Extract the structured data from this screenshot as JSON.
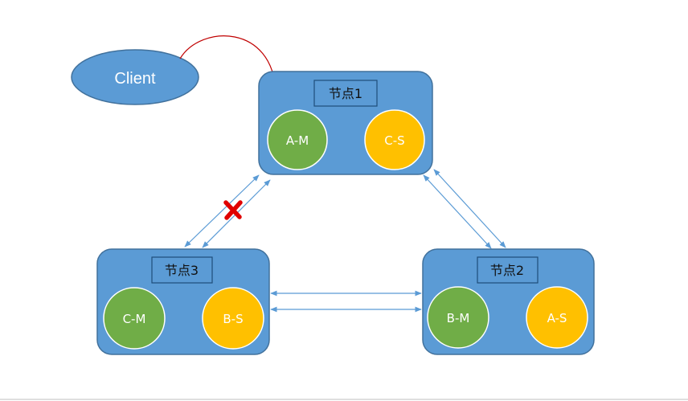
{
  "client": {
    "label": "Client"
  },
  "nodes": [
    {
      "label": "节点1",
      "shards": [
        {
          "label": "A-M",
          "role": "master"
        },
        {
          "label": "C-S",
          "role": "slave"
        }
      ]
    },
    {
      "label": "节点2",
      "shards": [
        {
          "label": "B-M",
          "role": "master"
        },
        {
          "label": "A-S",
          "role": "slave"
        }
      ]
    },
    {
      "label": "节点3",
      "shards": [
        {
          "label": "C-M",
          "role": "master"
        },
        {
          "label": "B-S",
          "role": "slave"
        }
      ]
    }
  ],
  "links": [
    {
      "from": "节点1",
      "to": "节点2",
      "status": "connected"
    },
    {
      "from": "节点3",
      "to": "节点2",
      "status": "connected"
    },
    {
      "from": "节点1",
      "to": "节点3",
      "status": "broken"
    }
  ],
  "colors": {
    "node_fill": "#5b9bd5",
    "master": "#70ad47",
    "slave": "#ffc000",
    "request_arrow": "#c00000",
    "broken_marker": "#e00000",
    "link": "#5b9bd5"
  },
  "icons": {
    "broken_link": "x-mark-icon"
  }
}
